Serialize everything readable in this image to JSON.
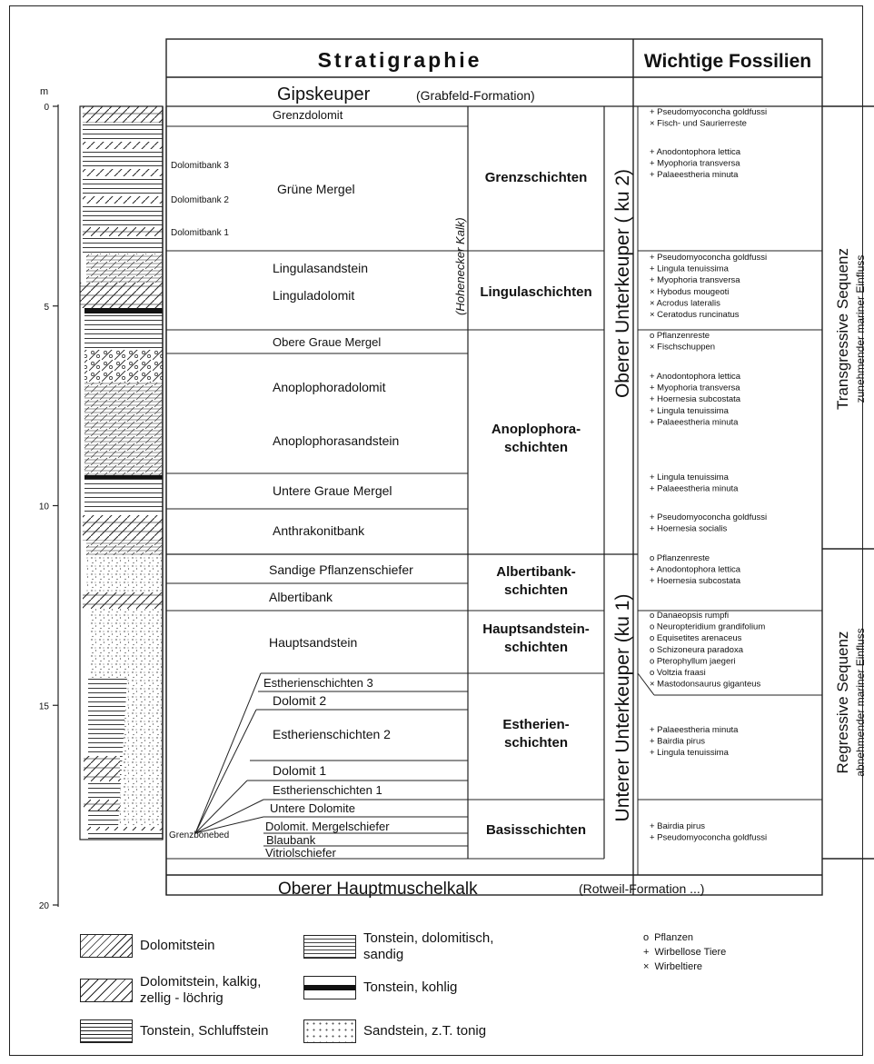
{
  "header": {
    "stratigraphy": "Stratigraphie",
    "fossils": "Wichtige Fossilien"
  },
  "top_unit": {
    "name": "Gipskeuper",
    "sub": "(Grabfeld-Formation)"
  },
  "bottom_unit": {
    "name": "Oberer Hauptmuschelkalk",
    "sub": "(Rotweil-Formation ...)"
  },
  "depth_axis": {
    "unit": "m",
    "ticks": [
      0,
      5,
      10,
      15,
      20
    ]
  },
  "left_labels": {
    "dolomitbank3": "Dolomitbank 3",
    "dolomitbank2": "Dolomitbank 2",
    "dolomitbank1": "Dolomitbank 1",
    "grenzbonebed": "Grenzbonebed"
  },
  "vertical_labels": {
    "hohenecker": "(Hohenecker Kalk)",
    "oberer": "Oberer Unterkeuper ( ku 2)",
    "unterer": "Unterer Unterkeuper (ku 1)",
    "transgressive": "Transgressive Sequenz",
    "transgressive_sub": "zunehmender mariner Einfluss",
    "regressive": "Regressive Sequenz",
    "regressive_sub": "abnehmender mariner Einfluss"
  },
  "layers": [
    "Grenzdolomit",
    "Grüne Mergel",
    "Lingulasandstein",
    "Linguladolomit",
    "Obere Graue Mergel",
    "Anoplophoradolomit",
    "Anoplophorasandstein",
    "Untere Graue Mergel",
    "Anthrakonitbank",
    "Sandige Pflanzenschiefer",
    "Albertibank",
    "Hauptsandstein",
    "Estherienschichten 3",
    "Dolomit 2",
    "Estherienschichten 2",
    "Dolomit 1",
    "Estherienschichten 1",
    "Untere Dolomite",
    "Dolomit. Mergelschiefer",
    "Blaubank",
    "Vitriolschiefer"
  ],
  "groups": [
    "Grenzschichten",
    "Lingulaschichten",
    "Anoplophora-\nschichten",
    "Albertibank-\nschichten",
    "Hauptsandstein-\nschichten",
    "Estherien-\nschichten",
    "Basisschichten"
  ],
  "fossil_groups": [
    [
      "+ Pseudomyoconcha goldfussi",
      "× Fisch- und Saurierreste"
    ],
    [
      "+ Anodontophora lettica",
      "+ Myophoria transversa",
      "+ Palaeestheria minuta"
    ],
    [
      "+ Pseudomyoconcha goldfussi",
      "+ Lingula tenuissima",
      "+ Myophoria transversa",
      "× Hybodus mougeoti",
      "× Acrodus lateralis",
      "× Ceratodus runcinatus"
    ],
    [
      "o Pflanzenreste",
      "× Fischschuppen"
    ],
    [
      "+ Anodontophora lettica",
      "+ Myophoria transversa",
      "+ Hoernesia subcostata",
      "+ Lingula tenuissima",
      "+ Palaeestheria minuta"
    ],
    [
      "+ Lingula tenuissima",
      "+ Palaeestheria minuta"
    ],
    [
      "+ Pseudomyoconcha goldfussi",
      "+ Hoernesia socialis"
    ],
    [
      "o Pflanzenreste",
      "+ Anodontophora lettica",
      "+ Hoernesia subcostata"
    ],
    [
      "o Danaeopsis rumpfi",
      "o Neuropteridium grandifolium",
      "o Equisetites arenaceus",
      "o Schizoneura paradoxa",
      "o Pterophyllum jaegeri",
      "o Voltzia fraasi",
      "× Mastodonsaurus giganteus"
    ],
    [
      "+ Palaeestheria minuta",
      "+ Bairdia pirus",
      "+ Lingula tenuissima"
    ],
    [
      "+ Bairdia pirus",
      "+ Pseudomyoconcha goldfussi"
    ]
  ],
  "legend": [
    {
      "label": "Dolomitstein",
      "pattern": "dolomite"
    },
    {
      "label": "Dolomitstein, kalkig,\nzellig - löchrig",
      "pattern": "dolomite-cellular"
    },
    {
      "label": "Tonstein, Schluffstein",
      "pattern": "claystone"
    },
    {
      "label": "Tonstein, dolomitisch,\nsandig",
      "pattern": "clay-dolomitic"
    },
    {
      "label": "Tonstein, kohlig",
      "pattern": "clay-coal"
    },
    {
      "label": "Sandstein, z.T. tonig",
      "pattern": "sandstone"
    }
  ],
  "symbols": [
    {
      "sym": "o",
      "label": "Pflanzen"
    },
    {
      "sym": "+",
      "label": "Wirbellose Tiere"
    },
    {
      "sym": "×",
      "label": "Wirbeltiere"
    }
  ]
}
